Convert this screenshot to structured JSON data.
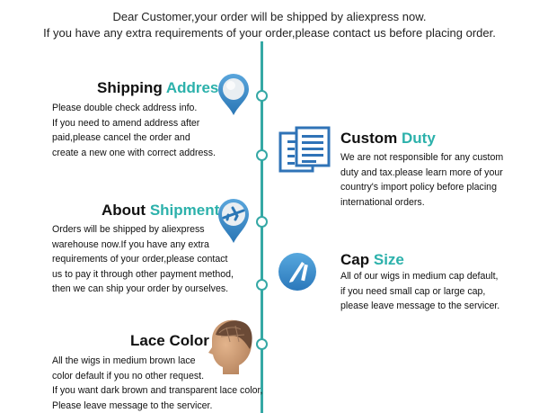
{
  "header": {
    "line1": "Dear Customer,your order will be shipped by aliexpress now.",
    "line2": "If you have any extra requirements of your order,please contact us before placing order."
  },
  "sections": {
    "shipping_address": {
      "title_main": "Shipping",
      "title_accent": "Address",
      "lines": [
        "Please double check address info.",
        "If you need to amend address after",
        "paid,please cancel the order and",
        "create a new one with correct address."
      ],
      "icon": "location-pin-icon"
    },
    "custom_duty": {
      "title_main": "Custom",
      "title_accent": "Duty",
      "lines": [
        "We are not responsible for any custom",
        "duty and tax.please learn more of your",
        "country's import policy before placing",
        "international orders."
      ],
      "icon": "documents-icon"
    },
    "about_shipment": {
      "title_main": "About",
      "title_accent": "Shipment",
      "lines": [
        "Orders will be shipped by aliexpress",
        "warehouse now.If you have any extra",
        "requirements of your order,please contact",
        "us to pay it through other payment method,",
        "then we can ship your order by ourselves."
      ],
      "icon": "airplane-pin-icon"
    },
    "cap_size": {
      "title_main": "Cap",
      "title_accent": "Size",
      "lines": [
        "All of our wigs in medium cap default,",
        "if you need small cap or large cap,",
        "please leave message to the servicer."
      ],
      "icon": "pencil-ruler-icon"
    },
    "lace_color": {
      "title_main": "Lace Color",
      "lines": [
        "All the wigs in medium brown lace",
        "color default if you no other request.",
        "If you want dark brown and transparent lace color,",
        "Please leave message to the servicer."
      ],
      "icon": "mannequin-head-icon"
    }
  },
  "colors": {
    "accent": "#2cb1ab",
    "timeline": "#35a8a5",
    "pin_blue": "#3a8fc7"
  }
}
